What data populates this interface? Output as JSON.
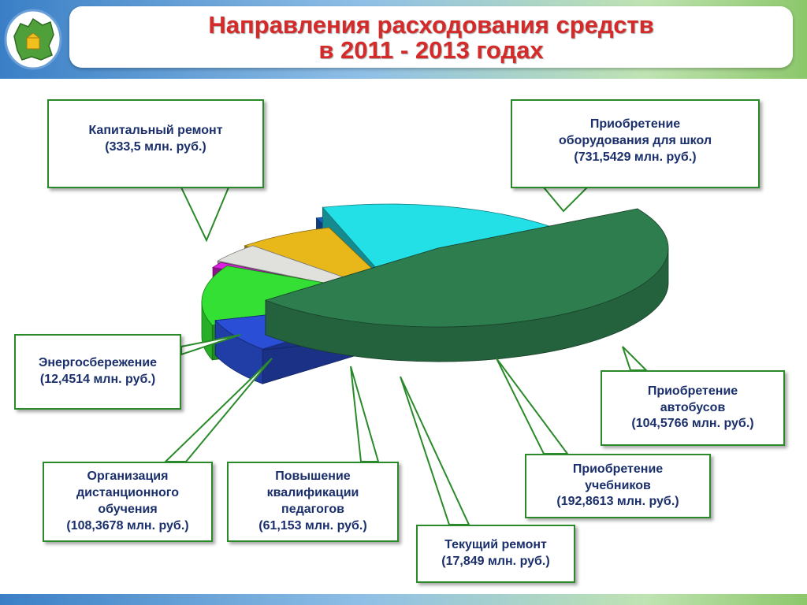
{
  "title": {
    "line1": "Направления расходования средств",
    "line2": "в 2011 - 2013 годах"
  },
  "logo_icon": "region-map-emblem-icon",
  "colors": {
    "title": "#d42a2a",
    "label_text": "#1a2f6b",
    "callout_border": "#2a8a2a"
  },
  "chart_data": {
    "type": "pie",
    "title": "Направления расходования средств в 2011 - 2013 годах",
    "unit": "млн. руб.",
    "three_d": true,
    "exploded": true,
    "slices": [
      {
        "id": "equipment",
        "name": "Приобретение оборудования для школ",
        "value": 731.5429,
        "value_text": "731,5429 млн. руб.",
        "color": "#2e7d4f"
      },
      {
        "id": "buses",
        "name": "Приобретение автобусов",
        "value": 104.5766,
        "value_text": "104,5766 млн. руб.",
        "color": "#2a4fd6"
      },
      {
        "id": "textbooks",
        "name": "Приобретение учебников",
        "value": 192.8613,
        "value_text": "192,8613 млн. руб.",
        "color": "#33e033"
      },
      {
        "id": "current_repair",
        "name": "Текущий ремонт",
        "value": 17.849,
        "value_text": "17,849 млн. руб.",
        "color": "#e020e0"
      },
      {
        "id": "training",
        "name": "Повышение квалификации педагогов",
        "value": 61.153,
        "value_text": "61,153 млн. руб.",
        "color": "#e0e0dc"
      },
      {
        "id": "distance",
        "name": "Организация дистанционного обучения",
        "value": 108.3678,
        "value_text": "108,3678 млн. руб.",
        "color": "#e8b81a"
      },
      {
        "id": "energy",
        "name": "Энергосбережение",
        "value": 12.4514,
        "value_text": "12,4514 млн. руб.",
        "color": "#1a5fc8"
      },
      {
        "id": "capital_repair",
        "name": "Капитальный ремонт",
        "value": 333.5,
        "value_text": "333,5 млн. руб.",
        "color": "#22e0e6"
      }
    ]
  },
  "callouts": {
    "capital_repair": "Капитальный ремонт\n(333,5 млн. руб.)",
    "equipment": "Приобретение\nоборудования для школ\n(731,5429 млн. руб.)",
    "energy": "Энергосбережение\n(12,4514 млн. руб.)",
    "buses": "Приобретение\nавтобусов\n(104,5766 млн. руб.)",
    "textbooks": "Приобретение\nучебников\n(192,8613 млн. руб.)",
    "distance": "Организация\nдистанционного\nобучения\n(108,3678 млн. руб.)",
    "training": "Повышение\nквалификации\nпедагогов\n(61,153 млн. руб.)",
    "current_repair": "Текущий ремонт\n(17,849 млн. руб.)"
  }
}
